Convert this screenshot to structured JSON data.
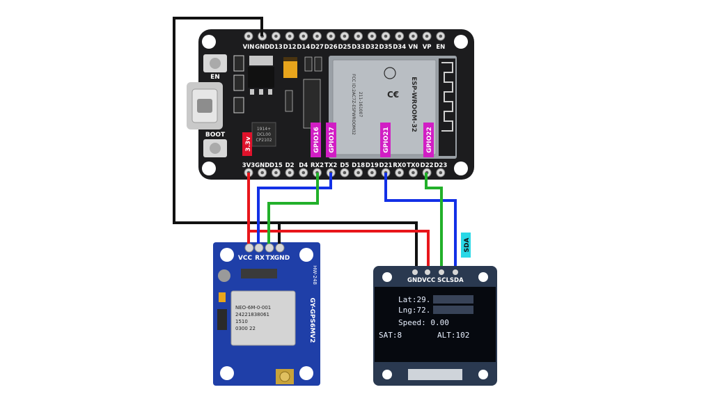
{
  "esp32": {
    "top_pins": [
      "VIN",
      "GND",
      "D13",
      "D12",
      "D14",
      "D27",
      "D26",
      "D25",
      "D33",
      "D32",
      "D35",
      "D34",
      "VN",
      "VP",
      "EN"
    ],
    "bottom_pins": [
      "3V3",
      "GND",
      "D15",
      "D2",
      "D4",
      "RX2",
      "TX2",
      "D5",
      "D18",
      "D19",
      "D21",
      "RX0",
      "TX0",
      "D22",
      "D23"
    ],
    "button_en": "EN",
    "button_boot": "BOOT",
    "module_name": "ESP-WROOM-32",
    "module_cert": "211-161007",
    "module_fcc": "FCC ID:2AC7Z-ESPWROOM32",
    "usb_chip_lines": [
      "CP2102",
      "DCL00",
      "1914+"
    ],
    "voltage_tag": "3.3v",
    "gpio_tags": [
      "GPIO16",
      "GPIO17",
      "GPIO21",
      "GPIO22"
    ]
  },
  "gps": {
    "pins": [
      "VCC",
      "RX",
      "TX",
      "GND"
    ],
    "model": "GY-GPS6MV2",
    "board_code": "HW-248",
    "chip_lines": [
      "NEO-6M-0-001",
      "24221838061",
      "1510",
      "0300 22"
    ]
  },
  "oled": {
    "pins_label": "GNDVCC SCLSDA",
    "sda_tag": "SDA",
    "lines": {
      "lat": "Lat:29.",
      "lng": "Lng:72.",
      "speed": "Speed: 0.00",
      "sat": "SAT:8",
      "alt": "ALT:102"
    }
  },
  "colors": {
    "board": "#1c1c1e",
    "gps_board": "#1f3fa8",
    "wire_red": "#e8161b",
    "wire_blue": "#1230e6",
    "wire_green": "#22b02a",
    "wire_black": "#111111",
    "gpio_tag": "#d11ec4",
    "power_tag": "#e0122b",
    "sda_tag": "#2ad8e6"
  }
}
